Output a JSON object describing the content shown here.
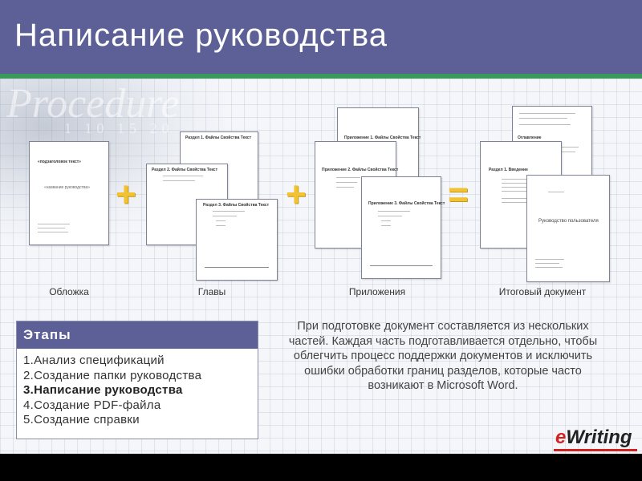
{
  "title": "Написание руководства",
  "watermark": "Procedure",
  "watermark_numbers": "1 10 15 20",
  "operators": {
    "plus": "+",
    "equals": "="
  },
  "diagram": {
    "captions": [
      "Обложка",
      "Главы",
      "Приложения",
      "Итоговый документ"
    ],
    "cover_page": {
      "heading": "«подзаголовок текст»",
      "subtitle": "«название руководства»"
    },
    "chapter_pages": [
      "Раздел 1. Файлы Свойства Текст",
      "Раздел 2. Файлы Свойства Текст",
      "Раздел 3. Файлы Свойства Текст"
    ],
    "appendix_pages": [
      "Приложение 1. Файлы Свойства Текст",
      "Приложение 2. Файлы Свойства Текст",
      "Приложение 3. Файлы Свойства Текст"
    ],
    "final_pages": {
      "toc": "Оглавление",
      "chapter": "Раздел 1. Введение",
      "cover": "Руководство пользователя"
    }
  },
  "stages": {
    "header": "Этапы",
    "items": [
      "1.Анализ спецификаций",
      "2.Создание папки руководства",
      "3.Написание руководства",
      "4.Создание PDF-файла",
      "5.Создание справки"
    ],
    "active_index": 2
  },
  "description": "При подготовке документ составляется из нескольких частей. Каждая часть подготавливается отдельно, чтобы облегчить процесс поддержки документов и исключить ошибки обработки границ разделов, которые часто возникают в Microsoft Word.",
  "logo": {
    "e": "e",
    "rest": "Writing"
  },
  "colors": {
    "header": "#5d6096",
    "stripe": "#3a9a5c",
    "accent": "#f1c232",
    "logo_red": "#d32020"
  }
}
